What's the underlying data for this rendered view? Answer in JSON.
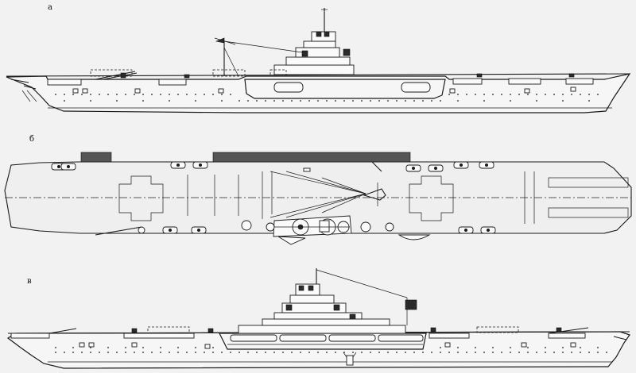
{
  "views": [
    {
      "id": "a",
      "label": "а"
    },
    {
      "id": "b",
      "label": "б"
    },
    {
      "id": "v",
      "label": "в"
    }
  ]
}
